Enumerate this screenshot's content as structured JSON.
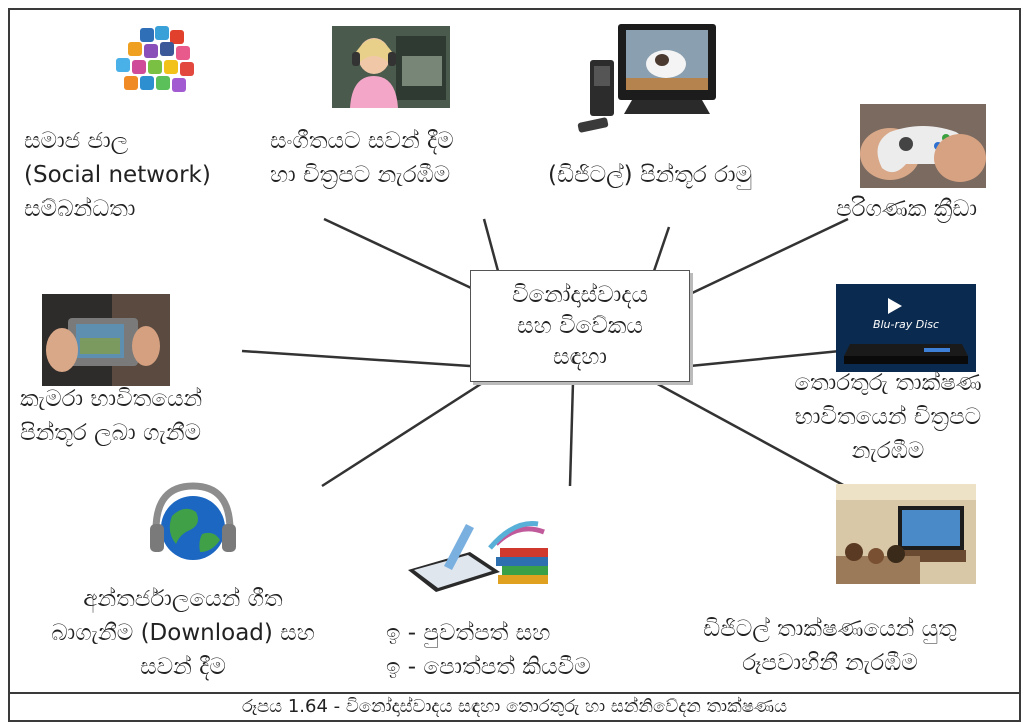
{
  "center": {
    "lines": [
      "විනෝදාස්වාදය",
      "සහ විවේකය",
      "සඳහා"
    ]
  },
  "items": [
    {
      "id": "social",
      "lines": [
        "සමාජ ජාල",
        "(Social network)",
        "සම්බන්ධතා"
      ],
      "icon": "social-media-cloud-icon"
    },
    {
      "id": "music",
      "lines": [
        "සංගීතයට සවන් දීම",
        "හා චිත්‍රපට නැරඹීම"
      ],
      "icon": "girl-headphones-photo"
    },
    {
      "id": "frame",
      "lines": [
        "(ඩිජිටල්) පින්තූර රාමු"
      ],
      "icon": "digital-photo-frame-photo"
    },
    {
      "id": "games",
      "lines": [
        "පරිගණක ක්‍රීඩා"
      ],
      "icon": "game-controller-photo"
    },
    {
      "id": "camera",
      "lines": [
        "කැමරා භාවිතයෙන්",
        "පින්තූර ලබා ගැනීම"
      ],
      "icon": "camera-photo"
    },
    {
      "id": "bluray",
      "lines": [
        "තොරතුරු තාක්ෂණ",
        "භාවිතයෙන් චිත්‍රපට",
        "නැරඹීම"
      ],
      "icon": "blu-ray-player-photo",
      "brand": "Blu-ray Disc"
    },
    {
      "id": "download",
      "lines": [
        "අන්තර්ජාලයෙන් ගීත",
        "බාගැනීම (Download) සහ",
        "සවන් දීම"
      ],
      "icon": "globe-headphones-icon"
    },
    {
      "id": "ebooks",
      "lines": [
        "ඉ - පුවත්පත් සහ",
        "ඉ - පොත්පත් කියවීම"
      ],
      "icon": "tablet-books-photo"
    },
    {
      "id": "tv",
      "lines": [
        "ඩිජිටල් තාක්ෂණයෙන් යුතු",
        "රූපවාහිනී නැරඹීම"
      ],
      "icon": "family-tv-photo"
    }
  ],
  "caption": "රූපය 1.64 - විනෝදාස්වාදය සඳහා තොරතුරු හා සන්නිවේදන තාක්ෂණය"
}
